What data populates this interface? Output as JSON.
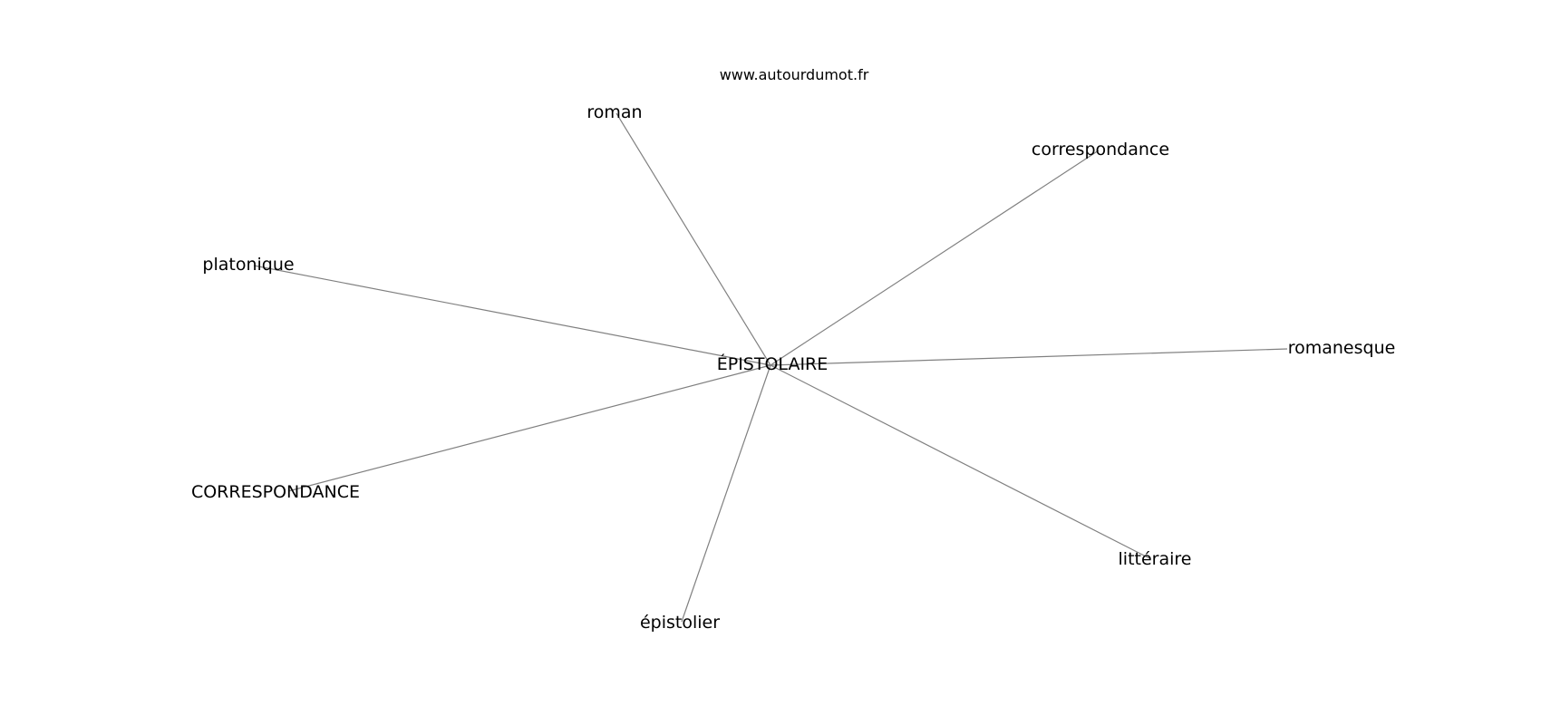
{
  "watermark": "www.autourdumot.fr",
  "center": {
    "label": "ÉPISTOLAIRE"
  },
  "neighbors": [
    {
      "id": "roman",
      "label": "roman"
    },
    {
      "id": "correspondance",
      "label": "correspondance"
    },
    {
      "id": "platonique",
      "label": "platonique"
    },
    {
      "id": "romanesque",
      "label": "romanesque"
    },
    {
      "id": "correspondance-upper",
      "label": "CORRESPONDANCE"
    },
    {
      "id": "litteraire",
      "label": "littéraire"
    },
    {
      "id": "epistolier",
      "label": "épistolier"
    }
  ],
  "colors": {
    "edge": "#808080",
    "text": "#000000",
    "background": "#ffffff"
  }
}
